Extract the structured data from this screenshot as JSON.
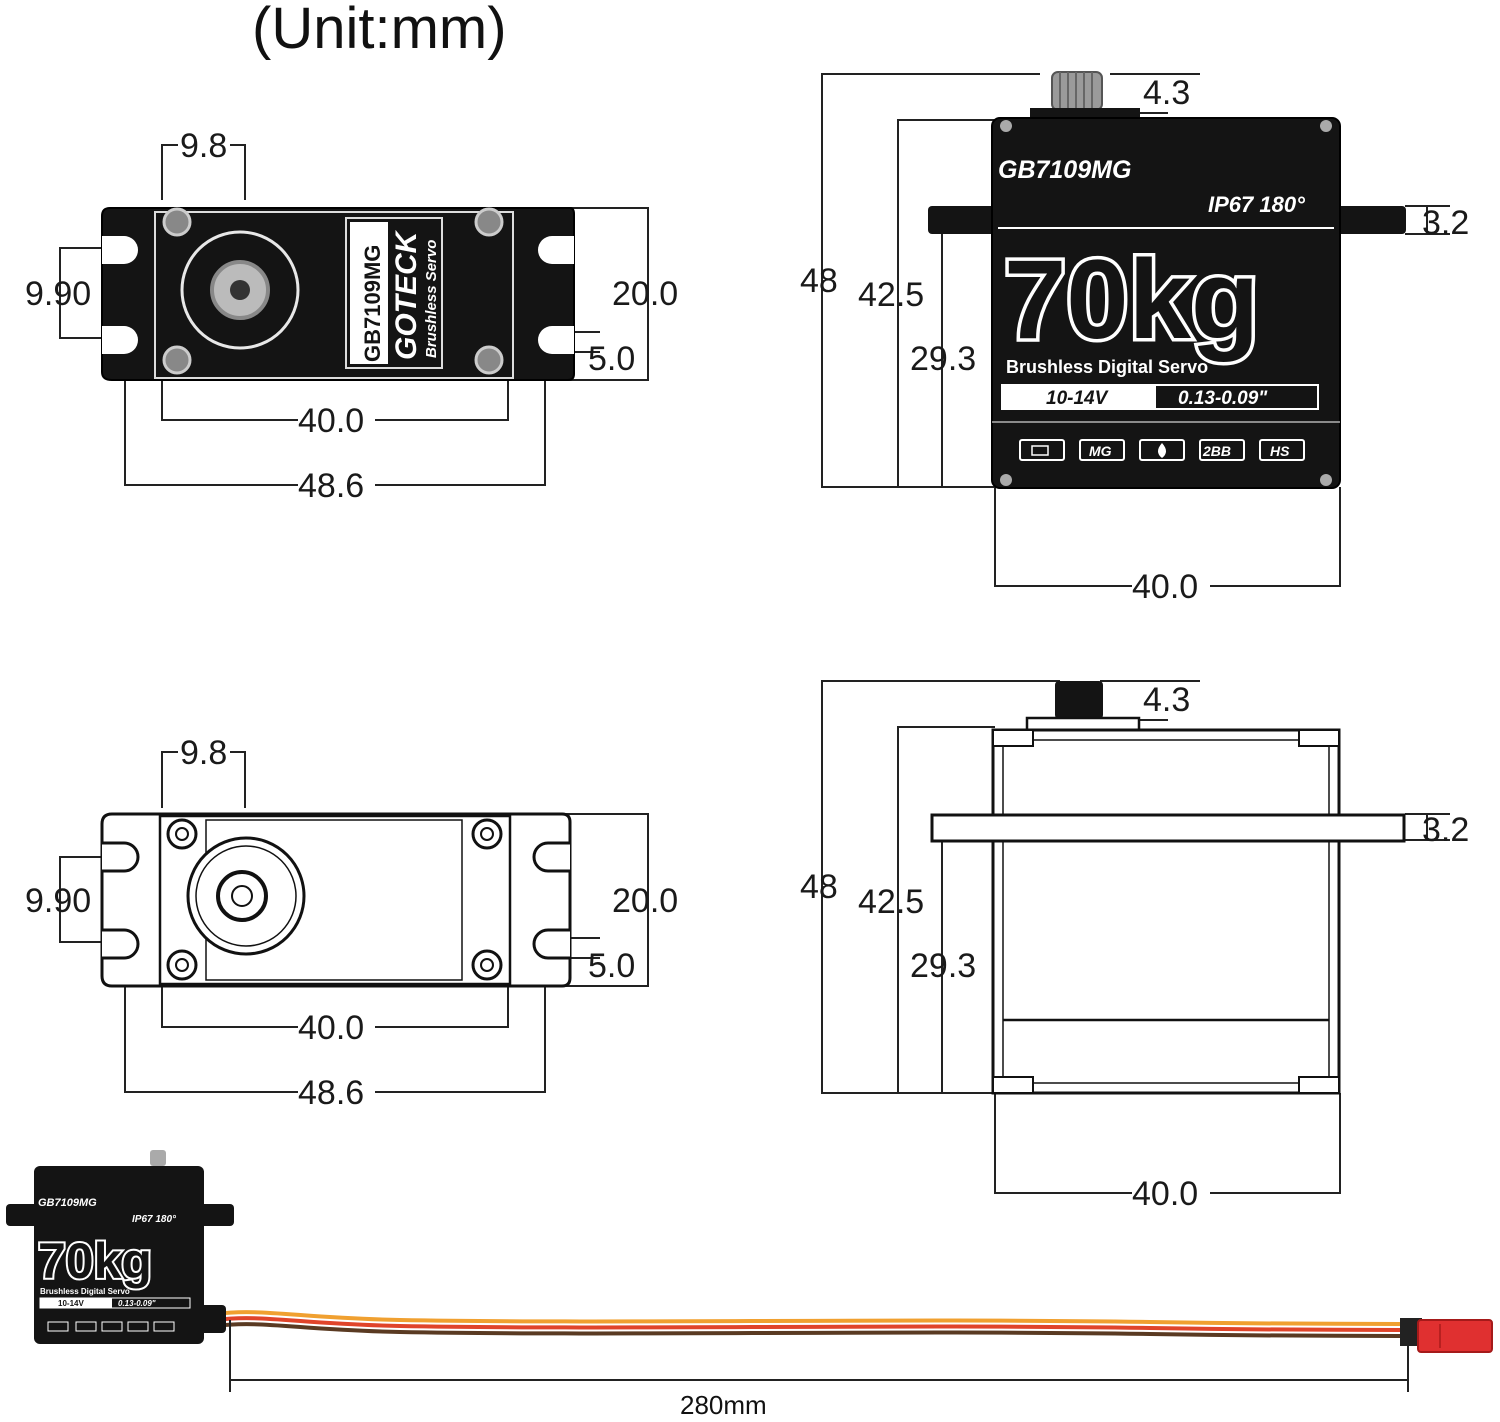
{
  "unit_title": "(Unit:mm)",
  "product": {
    "model": "GB7109MG",
    "brand": "GOTECK",
    "brand_sub": "Brushless Servo",
    "spec_top": "IP67 180°",
    "torque": "70kg",
    "type": "Brushless Digital Servo",
    "voltage": "10-14V",
    "speed": "0.13-0.09\"",
    "badges": [
      "MG",
      "2BB",
      "HS"
    ],
    "badge_icons": [
      "motor-icon",
      "water-drop-icon"
    ]
  },
  "top_view": {
    "dims": {
      "spline_offset": "9.8",
      "hole_spacing_v": "9.90",
      "width": "20.0",
      "hole_dia": "5.0",
      "hole_spacing_h": "40.0",
      "overall_length": "48.6"
    }
  },
  "front_view": {
    "dims": {
      "spline_height": "4.3",
      "flange_thickness": "3.2",
      "total_height": "48",
      "body_height": "42.5",
      "flange_height": "29.3",
      "body_width": "40.0"
    }
  },
  "cable": {
    "length_label": "280mm"
  },
  "colors": {
    "body": "#141414",
    "wire_brown": "#5a3a22",
    "wire_red": "#e0442a",
    "wire_orange": "#f0a030",
    "connector": "#e03030"
  }
}
